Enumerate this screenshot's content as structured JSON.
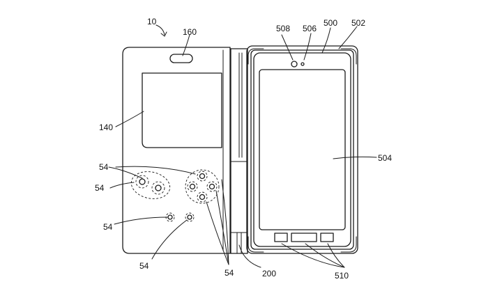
{
  "labels": {
    "device": "10",
    "top_hole": "160",
    "window": "140",
    "phone": "500",
    "phone_edge": "502",
    "screen": "504",
    "camera_right": "506",
    "camera_left": "508",
    "buttons": "510",
    "hinge": "200",
    "controls_a": "54",
    "controls_b": "54",
    "controls_c": "54",
    "controls_d": "54",
    "controls_e": "54"
  }
}
